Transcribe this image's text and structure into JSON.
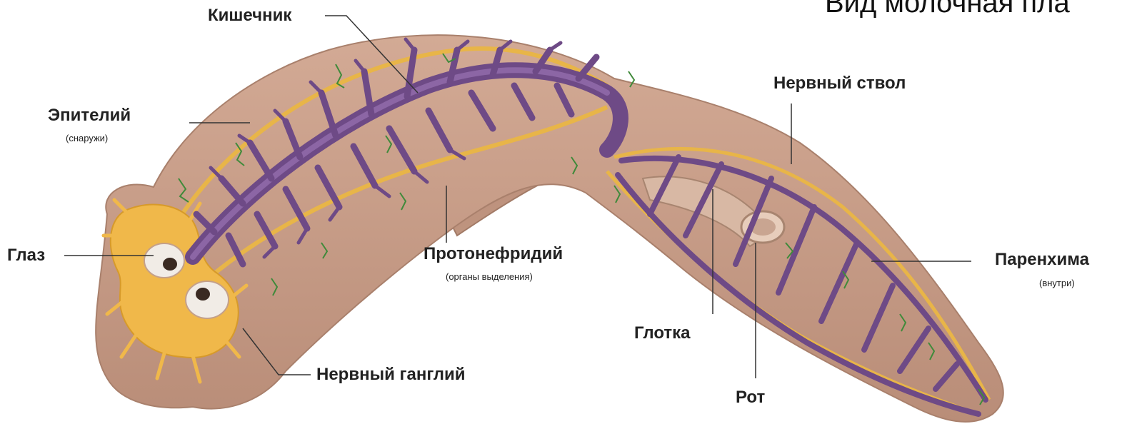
{
  "cut_title": "Вид молочная пла",
  "labels": {
    "intestine": "Кишечник",
    "nerve_trunk": "Нервный ствол",
    "epithelium": "Эпителий",
    "epithelium_note": "(снаружи)",
    "eye": "Глаз",
    "protonephridium": "Протонефридий",
    "protonephridium_note": "(органы выделения)",
    "parenchyma": "Паренхима",
    "parenchyma_note": "(внутри)",
    "pharynx": "Глотка",
    "ganglion": "Нервный ганглий",
    "mouth": "Рот"
  },
  "colors": {
    "body": "#c9a08c",
    "body_edge": "#a9806c",
    "intestine": "#6e4a86",
    "nerve": "#e8b548",
    "protonephridia": "#3f8a3a",
    "pharynx": "#d8b8a4"
  }
}
